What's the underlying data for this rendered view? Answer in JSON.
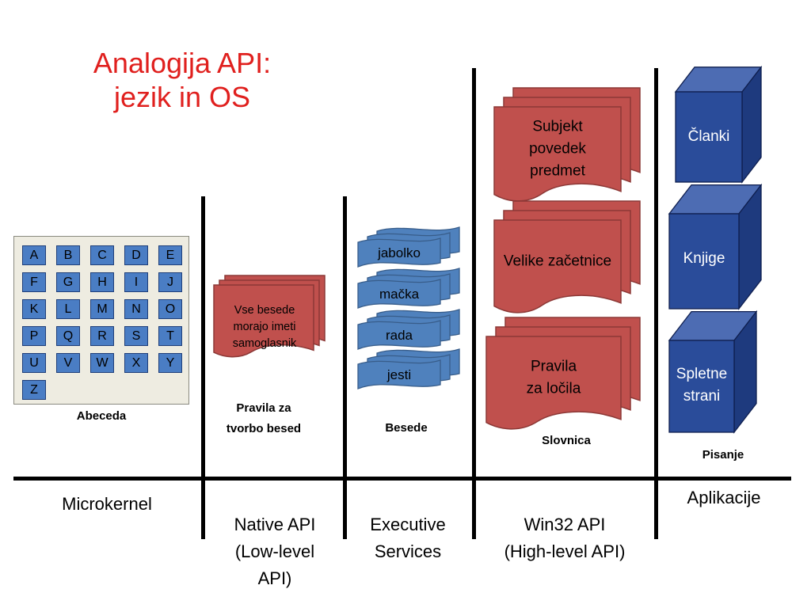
{
  "title": {
    "line1": "Analogija API:",
    "line2": "jezik in OS"
  },
  "layers": [
    {
      "label": "Microkernel"
    },
    {
      "label": "Native API\n(Low-level\nAPI)"
    },
    {
      "label": "Executive\nServices"
    },
    {
      "label": "Win32 API\n(High-level API)"
    },
    {
      "label": "Aplikacije"
    }
  ],
  "alphabet": {
    "letters": [
      "A",
      "B",
      "C",
      "D",
      "E",
      "F",
      "G",
      "H",
      "I",
      "J",
      "K",
      "L",
      "M",
      "N",
      "O",
      "P",
      "Q",
      "R",
      "S",
      "T",
      "U",
      "V",
      "W",
      "X",
      "Y",
      "Z"
    ],
    "caption": "Abeceda"
  },
  "word_rules": {
    "text": [
      "Vse besede",
      "morajo imeti",
      "samoglasnik"
    ],
    "caption": [
      "Pravila za",
      "tvorbo besed"
    ]
  },
  "words": {
    "items": [
      "jabolko",
      "mačka",
      "rada",
      "jesti"
    ],
    "caption": "Besede"
  },
  "grammar": {
    "items": [
      [
        "Subjekt",
        "povedek",
        "predmet"
      ],
      [
        "Velike začetnice"
      ],
      [
        "Pravila",
        "za ločila"
      ]
    ],
    "caption": "Slovnica"
  },
  "writing": {
    "items": [
      [
        "Članki"
      ],
      [
        "Knjige"
      ],
      [
        "Spletne",
        "strani"
      ]
    ],
    "caption": "Pisanje"
  },
  "colors": {
    "title": "#e0201e",
    "red_doc": "#c0504d",
    "red_doc_border": "#8c3836",
    "blue_banner": "#4f81bd",
    "blue_banner_border": "#385d8a",
    "cube_front": "#2a4c9a",
    "cube_top": "#4d6cb3",
    "cube_side": "#1e3a7e",
    "cube_border": "#0f1f4f",
    "board_bg": "#eeece1",
    "key_fill": "#4a7dc4"
  }
}
